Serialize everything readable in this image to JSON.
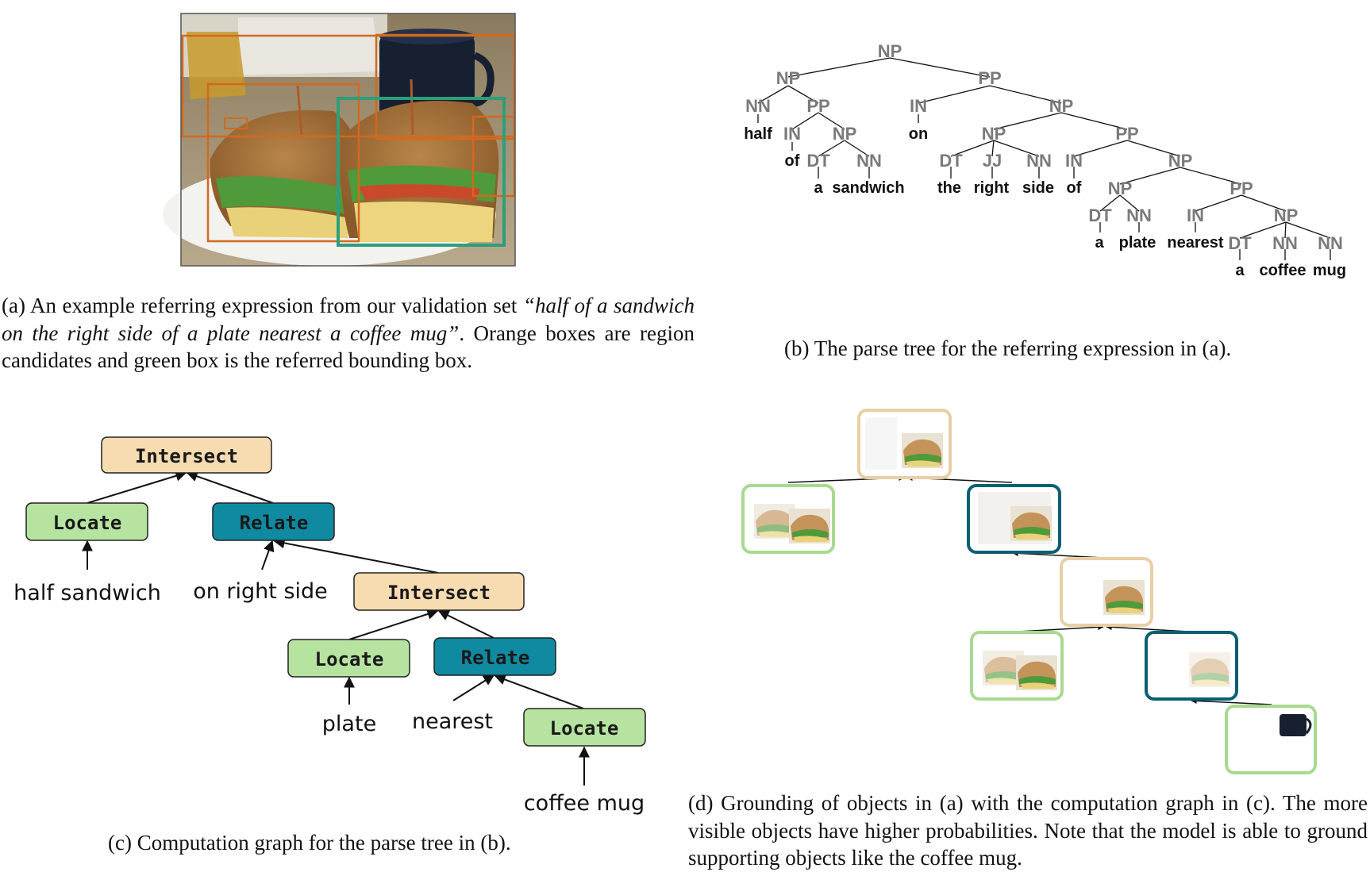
{
  "captions": {
    "a_prefix": "(a) An example referring expression from our validation set ",
    "a_quote": "“half of a sandwich on the right side of a plate nearest a coffee mug”",
    "a_suffix": ". Orange boxes are region candidates and green box is the referred bounding box.",
    "b": "(b) The parse tree for the referring expression in (a).",
    "c": "(c) Computation graph for the parse tree in (b).",
    "d": "(d) Grounding of objects in (a) with the computation graph in (c). The more visible objects have higher probabilities. Note that the model is able to ground supporting objects like the coffee mug."
  },
  "colors": {
    "region_candidate": "#d2691e",
    "referred_box": "#2e9e7a",
    "intersect_fill": "#f7dcb2",
    "locate_fill": "#b6e3a0",
    "relate_fill": "#0f8aa0",
    "tree_tag": "#7a7a7a"
  },
  "parse_tree": {
    "n_root": "NP",
    "n_np1": "NP",
    "n_pp1": "PP",
    "n_nn_half": "NN",
    "n_pp_of": "PP",
    "n_in_of1": "IN",
    "n_np_sand": "NP",
    "n_dt_a1": "DT",
    "n_nn_sand": "NN",
    "n_in_on": "IN",
    "n_np2": "NP",
    "n_np3": "NP",
    "n_pp2": "PP",
    "n_dt_the": "DT",
    "n_jj_right": "JJ",
    "n_nn_side": "NN",
    "n_in_of2": "IN",
    "n_np4": "NP",
    "n_np5": "NP",
    "n_pp3": "PP",
    "n_dt_a2": "DT",
    "n_nn_plate": "NN",
    "n_in_nearest": "IN",
    "n_np6": "NP",
    "n_dt_a3": "DT",
    "n_nn_coffee": "NN",
    "n_nn_mug": "NN",
    "w_half": "half",
    "w_of1": "of",
    "w_a1": "a",
    "w_sandwich": "sandwich",
    "w_on": "on",
    "w_the": "the",
    "w_right": "right",
    "w_side": "side",
    "w_of2": "of",
    "w_a2": "a",
    "w_plate": "plate",
    "w_nearest": "nearest",
    "w_a3": "a",
    "w_coffee": "coffee",
    "w_mug": "mug"
  },
  "graph": {
    "op_intersect_1": "Intersect",
    "op_locate_1": "Locate",
    "op_relate_1": "Relate",
    "op_intersect_2": "Intersect",
    "op_locate_2": "Locate",
    "op_relate_2": "Relate",
    "op_locate_3": "Locate",
    "ph_half_sandwich": "half sandwich",
    "ph_on_right_side": "on right side",
    "ph_plate": "plate",
    "ph_nearest": "nearest",
    "ph_coffee_mug": "coffee mug"
  }
}
